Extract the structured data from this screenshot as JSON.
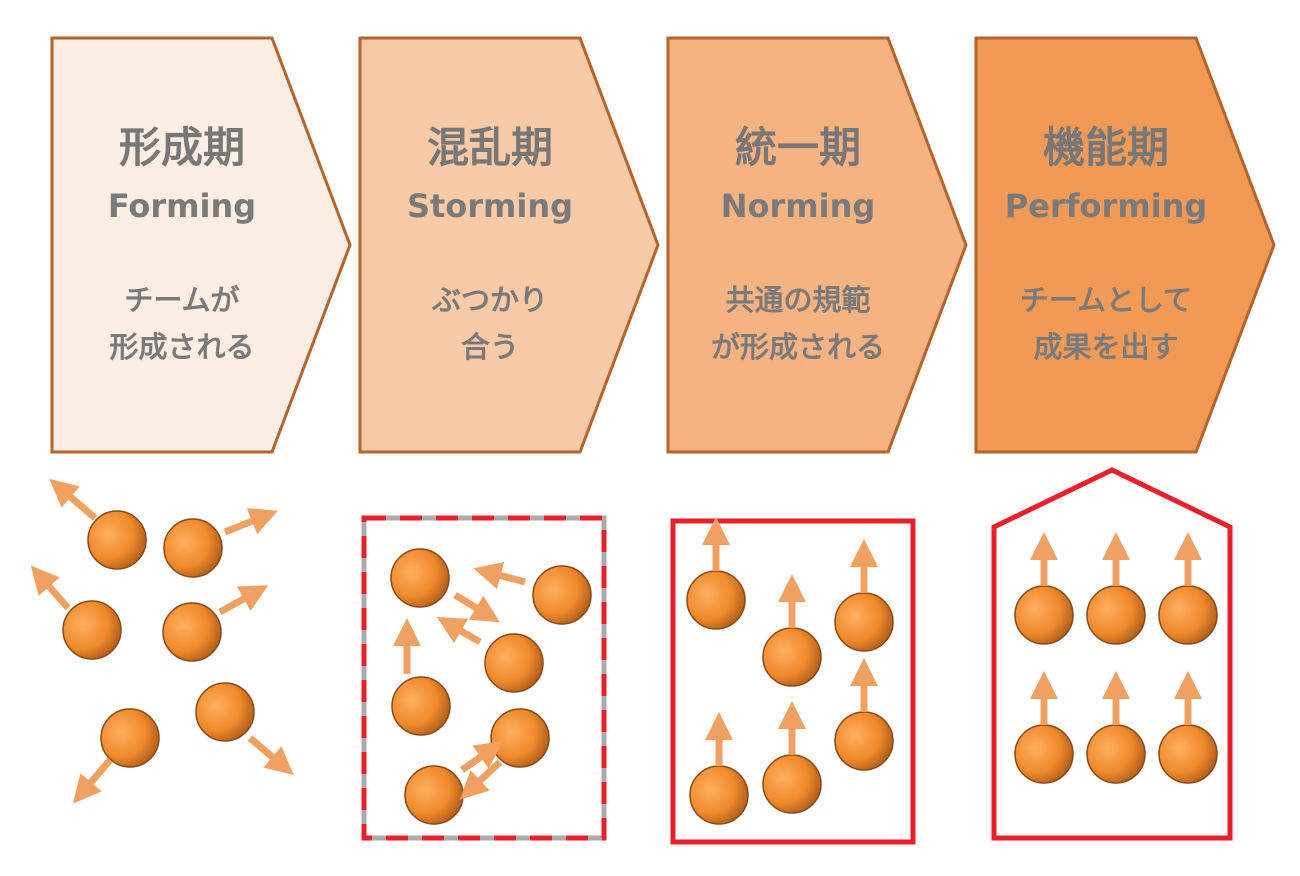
{
  "stages": [
    {
      "title_jp": "形成期",
      "title_en": "Forming",
      "desc": [
        "チームが",
        "形成される"
      ],
      "fill": "#fdeee3"
    },
    {
      "title_jp": "混乱期",
      "title_en": "Storming",
      "desc": [
        "ぶつかり",
        "合う"
      ],
      "fill": "#f8caa5"
    },
    {
      "title_jp": "統一期",
      "title_en": "Norming",
      "desc": [
        "共通の規範",
        "が形成される"
      ],
      "fill": "#f5b382"
    },
    {
      "title_jp": "機能期",
      "title_en": "Performing",
      "desc": [
        "チームとして",
        "成果を出す"
      ],
      "fill": "#f09a55"
    }
  ],
  "colors": {
    "border": "#b5642a",
    "ball": "#f08a2c",
    "arrow": "#f0a060",
    "frame": "#e8202a"
  }
}
